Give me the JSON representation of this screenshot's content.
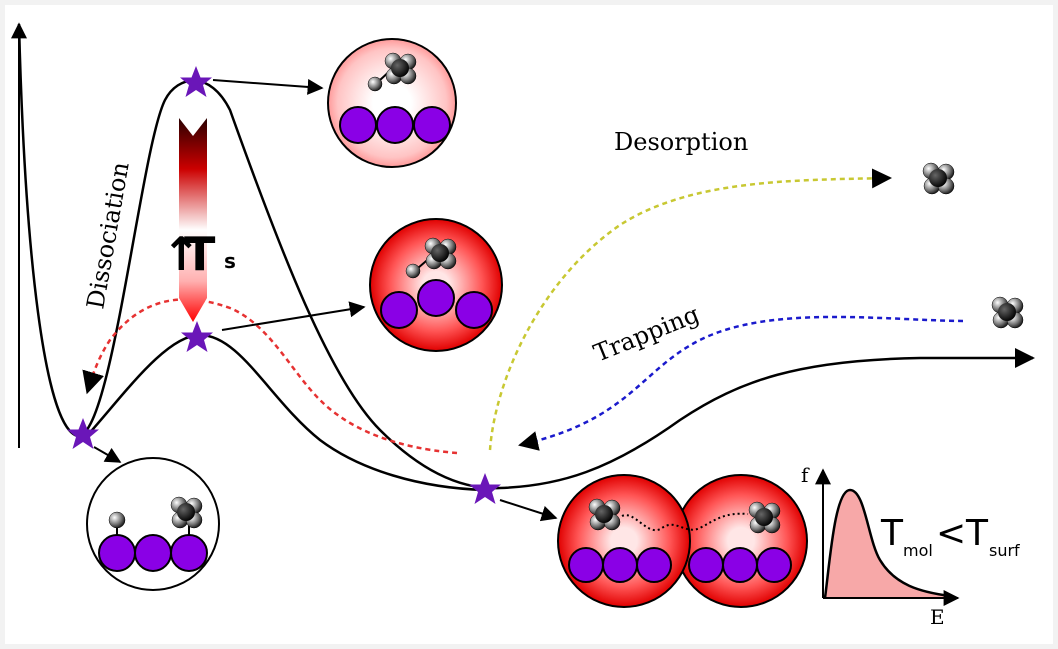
{
  "labels": {
    "dissociation": "Dissociation",
    "desorption": "Desorption",
    "trapping": "Trapping",
    "ts_main": "T",
    "ts_sub": "s",
    "inset_y": "f",
    "inset_x": "E",
    "ineq_t1": "T",
    "ineq_sub1": "mol",
    "ineq_lt": "<",
    "ineq_t2": "T",
    "ineq_sub2": "surf"
  },
  "colors": {
    "curve": "#000000",
    "star": "#6a16b8",
    "surface_atom": "#8a00e6",
    "desorption_path": "#c8c832",
    "trapping_path": "#1a1acc",
    "dissociation_path": "#e63232",
    "distribution_fill": "#f7a8a8",
    "molecule": "#111111",
    "background": "#f2f2f2"
  }
}
